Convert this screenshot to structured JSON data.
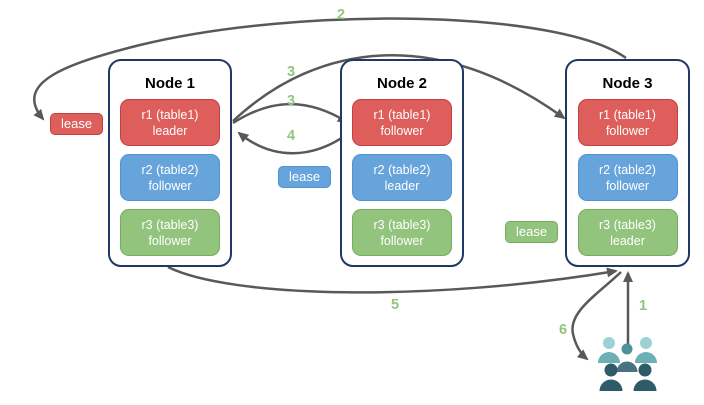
{
  "nodes": [
    {
      "title": "Node 1",
      "replicas": [
        {
          "name": "r1 (table1)",
          "role": "leader",
          "color": "#DD5E5B"
        },
        {
          "name": "r2 (table2)",
          "role": "follower",
          "color": "#67A4DC"
        },
        {
          "name": "r3 (table3)",
          "role": "follower",
          "color": "#93C47D"
        }
      ]
    },
    {
      "title": "Node 2",
      "replicas": [
        {
          "name": "r1 (table1)",
          "role": "follower",
          "color": "#DD5E5B"
        },
        {
          "name": "r2 (table2)",
          "role": "leader",
          "color": "#67A4DC"
        },
        {
          "name": "r3 (table3)",
          "role": "follower",
          "color": "#93C47D"
        }
      ]
    },
    {
      "title": "Node 3",
      "replicas": [
        {
          "name": "r1 (table1)",
          "role": "follower",
          "color": "#DD5E5B"
        },
        {
          "name": "r2 (table2)",
          "role": "follower",
          "color": "#67A4DC"
        },
        {
          "name": "r3 (table3)",
          "role": "leader",
          "color": "#93C47D"
        }
      ]
    }
  ],
  "leases": [
    {
      "label": "lease",
      "color": "#DD5E5B"
    },
    {
      "label": "lease",
      "color": "#67A4DC"
    },
    {
      "label": "lease",
      "color": "#93C47D"
    }
  ],
  "steps": {
    "s1": "1",
    "s2": "2",
    "s3a": "3",
    "s3b": "3",
    "s4": "4",
    "s5": "5",
    "s6": "6"
  },
  "icons": {
    "users_group": "users-group-icon"
  },
  "colors": {
    "arrow": "#595959",
    "node_border": "#1F3864",
    "step_label": "#93C47D",
    "replica_red": "#DD5E5B",
    "replica_blue": "#67A4DC",
    "replica_green": "#93C47D",
    "people_light_head": "#9CD2D5",
    "people_light_body": "#6CAFB5",
    "people_mid_head": "#4D929B",
    "people_mid_body": "#4A7280",
    "people_dark": "#2E5B68"
  }
}
